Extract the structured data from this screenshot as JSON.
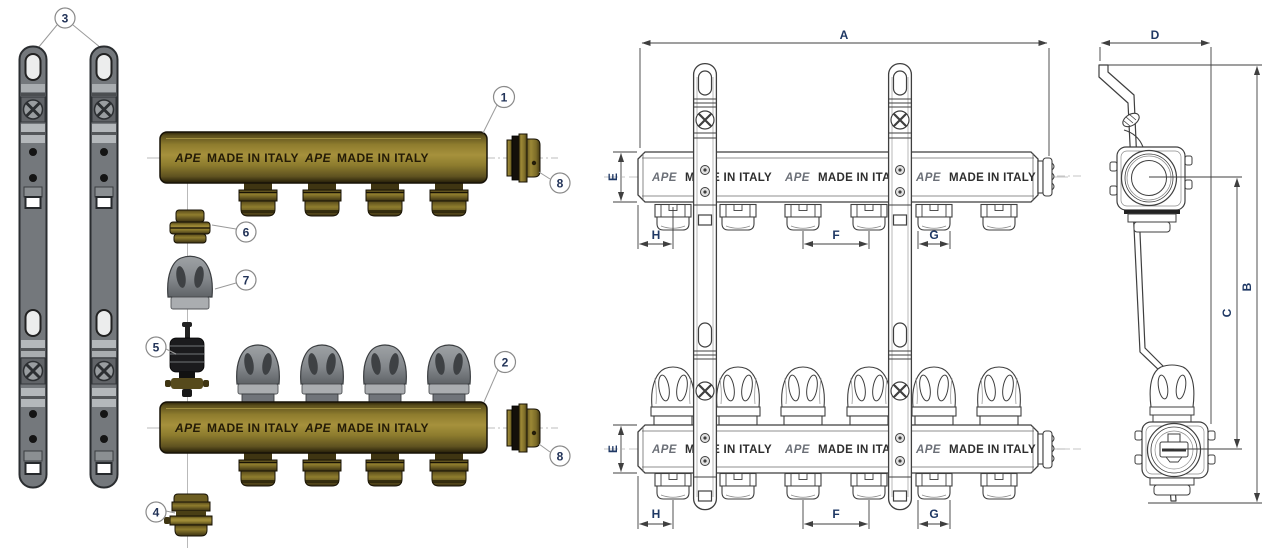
{
  "brand": {
    "logo": "APE",
    "made_in": "MADE IN ITALY"
  },
  "part_numbers": {
    "n1": "1",
    "n2": "2",
    "n3": "3",
    "n4": "4",
    "n5": "5",
    "n6": "6",
    "n7": "7",
    "n8": "8"
  },
  "dimension_labels": {
    "A": "A",
    "B": "B",
    "C": "C",
    "D": "D",
    "E": "E",
    "F": "F",
    "G": "G",
    "H": "H"
  },
  "colors": {
    "dim_label": "#1f3864",
    "part_label": "#223358",
    "engraved_text": "#241b06",
    "logo_front": "#6b6f77",
    "text_front": "#2e2e2e",
    "brass_mid": "#8f7d2e",
    "brass_dark": "#4a3f15",
    "bracket_gray": "#74787c",
    "band_light": "#b4b8bb",
    "knob_gray": "#84888c",
    "line_art": "#3f3f3f",
    "centerline": "#b3b3b3"
  }
}
